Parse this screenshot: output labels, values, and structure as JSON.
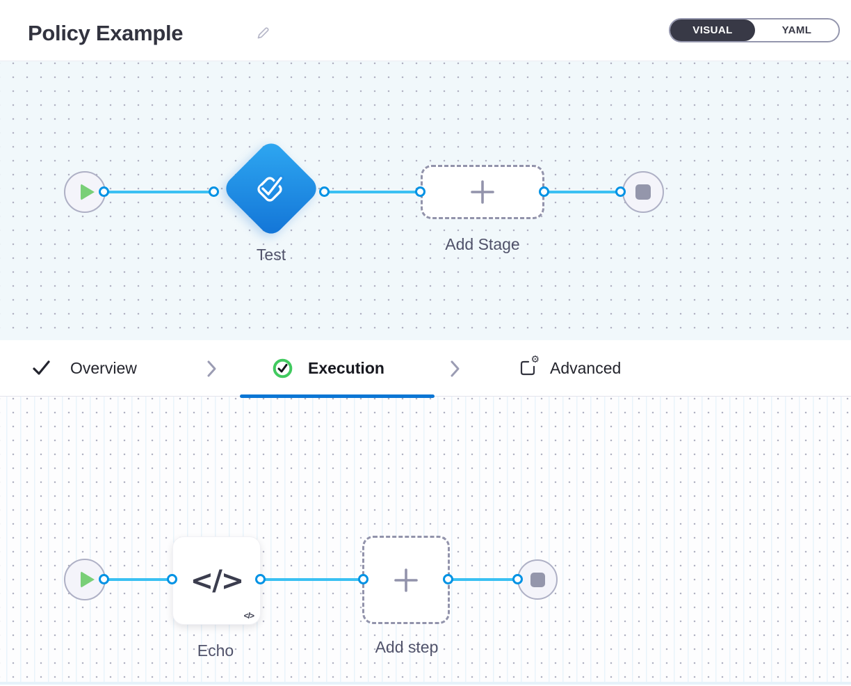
{
  "header": {
    "title": "Policy Example",
    "view_toggle": {
      "visual_label": "VISUAL",
      "yaml_label": "YAML",
      "selected": "VISUAL"
    }
  },
  "stage_pipeline": {
    "stage_label": "Test",
    "add_stage_label": "Add Stage"
  },
  "tabs": [
    {
      "label": "Overview",
      "icon": "check-icon",
      "state": "complete"
    },
    {
      "label": "Execution",
      "icon": "check-circle-icon",
      "state": "active"
    },
    {
      "label": "Advanced",
      "icon": "settings-box-icon",
      "state": "default"
    }
  ],
  "step_pipeline": {
    "step_label": "Echo",
    "add_step_label": "Add step",
    "step_icon_glyph": "</>",
    "step_badge_glyph": "</>"
  },
  "colors": {
    "primary_blue": "#0b76d4",
    "connector_blue": "#3ac0f2",
    "endpoint_blue": "#0092e4",
    "success_green": "#41ca5f",
    "stage_gradient_start": "#2fa9f2",
    "stage_gradient_end": "#1273d6",
    "dashed_gray": "#9293ab",
    "toggle_dark": "#383946"
  }
}
